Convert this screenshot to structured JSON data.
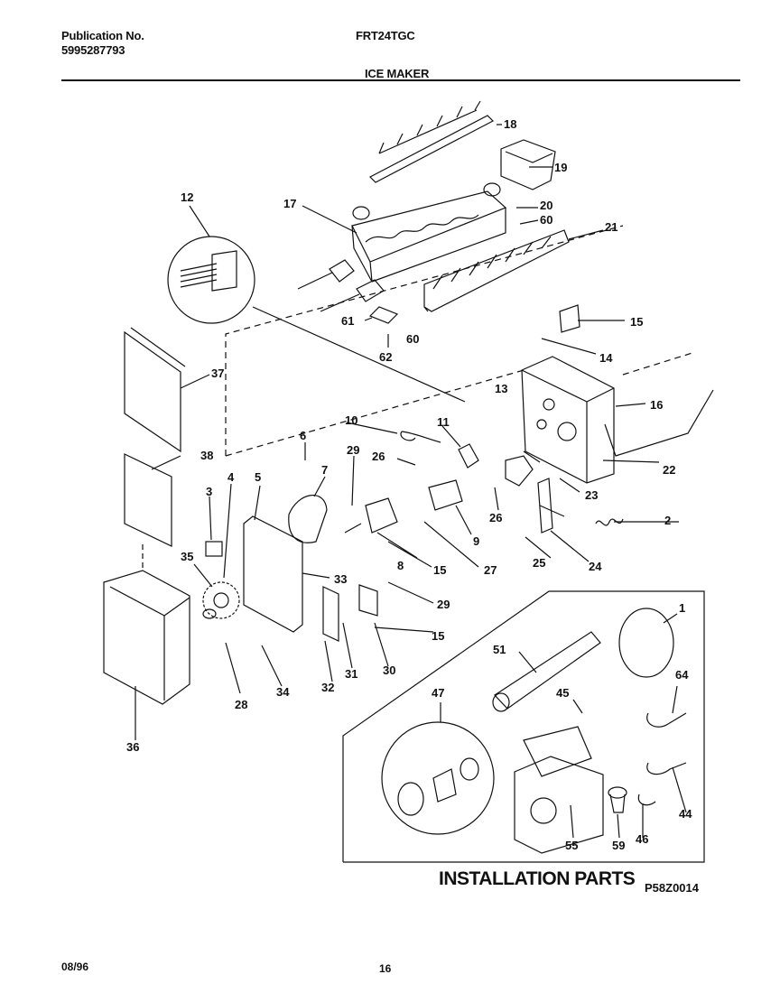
{
  "header": {
    "publication_label": "Publication No.",
    "publication_number": "5995287793",
    "model": "FRT24TGC",
    "section_title": "ICE MAKER"
  },
  "installation_title": "INSTALLATION PARTS",
  "diagram_code": "P58Z0014",
  "footer": {
    "date": "08/96",
    "page": "16"
  },
  "callouts": [
    "18",
    "19",
    "20",
    "60",
    "21",
    "17",
    "12",
    "61",
    "60",
    "62",
    "15",
    "14",
    "13",
    "16",
    "37",
    "10",
    "11",
    "22",
    "6",
    "29",
    "26",
    "38",
    "7",
    "3",
    "4",
    "5",
    "23",
    "26",
    "2",
    "9",
    "35",
    "8",
    "27",
    "25",
    "24",
    "15",
    "33",
    "29",
    "15",
    "1",
    "51",
    "30",
    "31",
    "32",
    "28",
    "34",
    "45",
    "64",
    "36",
    "47",
    "44",
    "55",
    "59",
    "46"
  ]
}
